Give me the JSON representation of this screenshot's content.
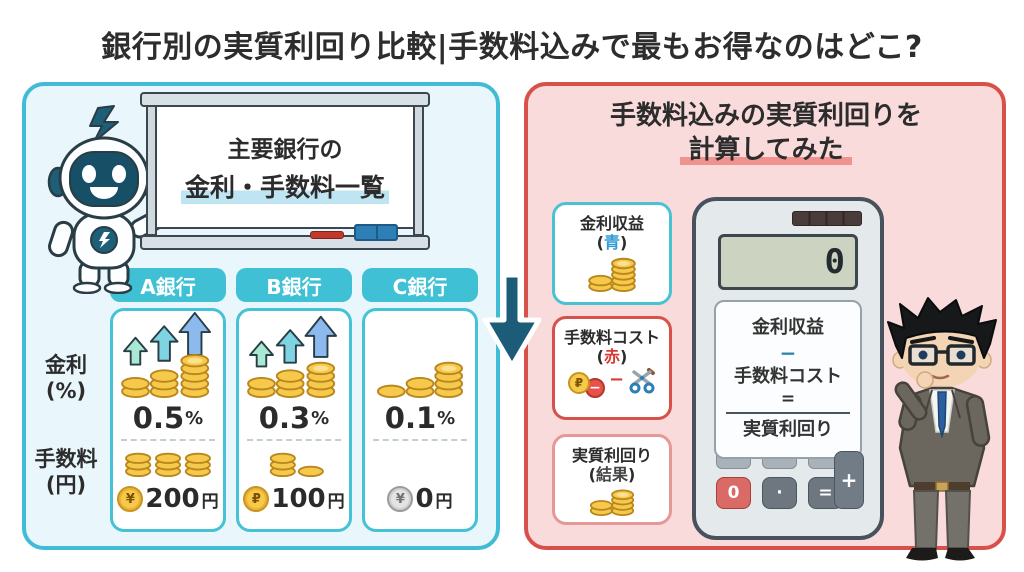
{
  "title": "銀行別の実質利回り比較|手数料込みで最もお得なのはどこ?",
  "left_panel": {
    "whiteboard": {
      "line1": "主要銀行の",
      "line2": "金利・手数料一覧"
    },
    "row_labels": {
      "rate_label": "金利",
      "rate_unit": "(%)",
      "fee_label": "手数料",
      "fee_unit": "(円)"
    },
    "banks": [
      {
        "name": "A銀行",
        "rate": "0.5",
        "rate_unit": "%",
        "fee": "200",
        "fee_unit": "円",
        "fee_coin_symbol": "¥"
      },
      {
        "name": "B銀行",
        "rate": "0.3",
        "rate_unit": "%",
        "fee": "100",
        "fee_unit": "円",
        "fee_coin_symbol": "₽"
      },
      {
        "name": "C銀行",
        "rate": "0.1",
        "rate_unit": "%",
        "fee": "0",
        "fee_unit": "円",
        "fee_coin_symbol": "¥"
      }
    ]
  },
  "right_panel": {
    "heading_line1": "手数料込みの実質利回りを",
    "heading_line2": "計算してみた",
    "boxes": [
      {
        "title": "金利収益",
        "paren_open": "(",
        "note": "青",
        "paren_close": ")"
      },
      {
        "title": "手数料コスト",
        "paren_open": "(",
        "note": "赤",
        "paren_close": ")",
        "coin_symbol": "₽",
        "minus_sign": "−",
        "extra_minus": "−"
      },
      {
        "title": "実質利回り",
        "paren_open": "(",
        "note": "結果",
        "paren_close": ")"
      }
    ],
    "calculator": {
      "display_value": "0",
      "formula_line1": "金利収益",
      "formula_minus": "−",
      "formula_line2": "手数料コスト",
      "formula_equals": "=",
      "formula_result": "実質利回り",
      "buttons": [
        "0",
        "·",
        "=",
        "+"
      ]
    }
  },
  "colors": {
    "left_panel_border": "#41bcd6",
    "left_panel_fill": "#e9f6fb",
    "right_panel_border": "#d8504a",
    "right_panel_fill": "#fadbdb",
    "bank_header": "#3fc0d4",
    "note_blue": "#2f9bd6",
    "note_red": "#d83a34",
    "coin_gold": "#f6c84c",
    "arrow_navy": "#1c5c78",
    "heading_underline": "#f09390"
  }
}
